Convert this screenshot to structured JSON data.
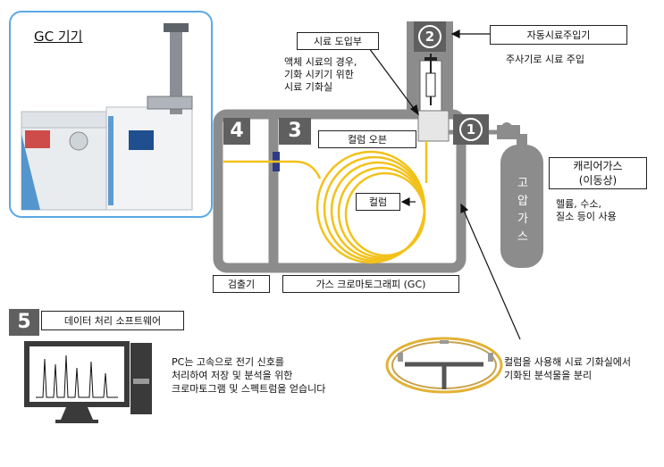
{
  "gc_device": {
    "title": "GC 기기"
  },
  "labels": {
    "sample_inlet": "시료 도입부",
    "inlet_desc": [
      "액체 시료의 경우,",
      "기화 시키기 위한",
      "시료 기화실"
    ],
    "autosampler": "자동시료주입기",
    "autosampler_desc": "주사기로 시료 주입",
    "column_oven": "컬럼 오븐",
    "column": "컬럼",
    "carrier_gas": [
      "캐리어가스",
      "(이동상)"
    ],
    "carrier_gas_desc": [
      "헬륨, 수소,",
      "질소 등이 사용"
    ],
    "cylinder_text": "고압가스",
    "detector": "검출기",
    "gc_system": "가스 크로마토그래피 (GC)",
    "software": "데이터 처리 소프트웨어",
    "pc_desc": [
      "PC는 고속으로 전기 신호를",
      "처리하여 저장 및 분석을 위한",
      "크로마토그램 및 스펙트럼을 얻습니다"
    ],
    "column_desc": [
      "컬럼을 사용해 시료 기화실에서",
      "기화된 분석물을 분리"
    ]
  },
  "markers": {
    "m1": "1",
    "m2": "2",
    "m3": "3",
    "m4": "4",
    "m5": "5"
  },
  "colors": {
    "frame_gray": "#8c8c8c",
    "column_yellow": "#f2c21b",
    "marker_bg": "#5f5f5f",
    "photo_border": "#5aa9e6"
  }
}
